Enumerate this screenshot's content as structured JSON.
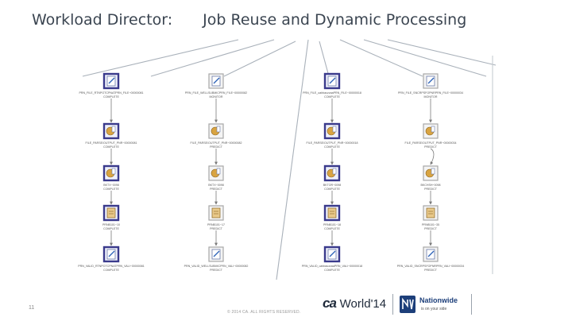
{
  "header": {
    "title_left": "Workload Director:",
    "title_right": "Job Reuse and Dynamic Processing"
  },
  "footer": {
    "page_number": "11",
    "copyright": "© 2014 CA. ALL RIGHTS RESERVED.",
    "ca_logo": {
      "ca": "ca",
      "world": "World",
      "year": "'14"
    },
    "sponsor": {
      "name": "Nationwide",
      "tagline": "is on your side"
    }
  },
  "colors": {
    "title": "#3b4551",
    "complete_border": "#3a3a8c",
    "pending_border": "#a8a8a8",
    "connector": "#7a7a7a"
  },
  "diagram": {
    "columns": [
      {
        "nodes": [
          {
            "label": "PRN_FILE_RTNPOTCPNATPRN_FILE~00000081",
            "status": "COMPLETE",
            "state": "complete",
            "icon": "file-watcher-icon"
          },
          {
            "label": "FILE_PARSE/OUTPUT_PNR~00000081",
            "status": "COMPLETE",
            "state": "complete",
            "icon": "parse-job-icon"
          },
          {
            "label": "BKTX~0098",
            "status": "COMPLETE",
            "state": "complete",
            "icon": "parse-job-icon"
          },
          {
            "label": "PRNB101~10",
            "status": "COMPLETE",
            "state": "complete",
            "icon": "batch-job-icon"
          },
          {
            "label": "PRN_VALID_RTNPOTCPNATPRN_VALI~00000081",
            "status": "COMPLETE",
            "state": "complete",
            "icon": "file-watcher-icon"
          }
        ]
      },
      {
        "nodes": [
          {
            "label": "PRN_FILE_WELLSUBMICPRN_FILE~00000082",
            "status": "MONITOR",
            "state": "pending",
            "icon": "file-watcher-icon"
          },
          {
            "label": "FILE_PARSE/OUTPUT_PNR~00000082",
            "status": "PREDICT",
            "state": "pending",
            "icon": "parse-job-icon"
          },
          {
            "label": "BKTX~0098",
            "status": "PREDICT",
            "state": "pending",
            "icon": "parse-job-icon"
          },
          {
            "label": "PRNB101~17",
            "status": "PREDICT",
            "state": "pending",
            "icon": "batch-job-icon"
          },
          {
            "label": "PRN_VALID_WELLSUBMICPRN_VALI~00000082",
            "status": "PREDICT",
            "state": "pending",
            "icon": "file-watcher-icon"
          }
        ]
      },
      {
        "nodes": [
          {
            "label": "PRN_FILE_oahbaczzaaPRN_FILE~00000018",
            "status": "COMPLETE",
            "state": "complete",
            "icon": "file-watcher-icon"
          },
          {
            "label": "FILE_PARSE/OUTPUT_PNR~00000018",
            "status": "COMPLETE",
            "state": "complete",
            "icon": "parse-job-icon"
          },
          {
            "label": "BKTOR~0098",
            "status": "COMPLETE",
            "state": "complete",
            "icon": "parse-job-icon"
          },
          {
            "label": "PRNB101~18",
            "status": "COMPLETE",
            "state": "complete",
            "icon": "batch-job-icon"
          },
          {
            "label": "PRN_VALID_oahbaczzaaPRN_VALI~00000018",
            "status": "COMPLETE",
            "state": "complete",
            "icon": "file-watcher-icon"
          }
        ]
      },
      {
        "nodes": [
          {
            "label": "PRN_FILE_SNCRPSFOPNRPRN_FILE~00000034",
            "status": "MONITOR",
            "state": "pending",
            "icon": "file-watcher-icon"
          },
          {
            "label": "FILE_PARSE/OUTPUT_PNR~00000034",
            "status": "PREDICT",
            "state": "pending",
            "icon": "parse-job-icon"
          },
          {
            "label": "BKCHSH~0098",
            "status": "PREDICT",
            "state": "pending",
            "icon": "parse-job-icon"
          },
          {
            "label": "PRNB101~35",
            "status": "PREDICT",
            "state": "pending",
            "icon": "batch-job-icon"
          },
          {
            "label": "PRN_VALID_SNCRPSFOPNRPRN_VALI~00000034",
            "status": "PREDICT",
            "state": "pending",
            "icon": "file-watcher-icon"
          }
        ]
      }
    ]
  }
}
